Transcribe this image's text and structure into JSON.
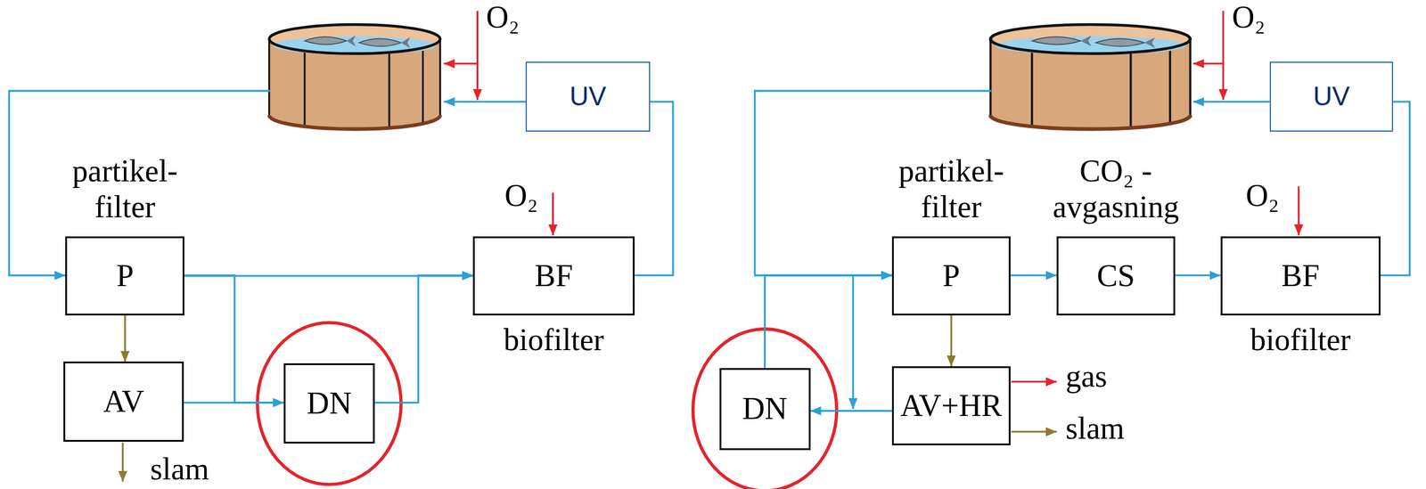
{
  "diagram": {
    "nodes": [
      {
        "text": [
          "UV"
        ]
      },
      {
        "text": [
          "partikel- filter",
          "P"
        ]
      },
      {
        "text": [
          "BF",
          "biofilter"
        ]
      },
      {
        "text": [
          "AV"
        ]
      },
      {
        "text": [
          "DN"
        ]
      },
      {
        "text": [
          "UV"
        ]
      },
      {
        "text": [
          "partikel- filter",
          "P"
        ]
      },
      {
        "text": [
          "CO₂ - avgasning",
          "CS"
        ]
      },
      {
        "text": [
          "BF",
          "biofilter"
        ]
      },
      {
        "text": [
          "DN"
        ]
      },
      {
        "text": [
          "AV+HR"
        ]
      }
    ],
    "edges": [
      {
        "from": 1,
        "to": 2,
        "arrow": "to"
      },
      {
        "from": 1,
        "to": 3,
        "arrow": "to"
      },
      {
        "from": 1,
        "to": 4,
        "arrow": "to"
      },
      {
        "from": 3,
        "to": 4,
        "arrow": "to"
      },
      {
        "from": 4,
        "to": 2,
        "arrow": "to"
      },
      {
        "from": 2,
        "to": 0,
        "arrow": "none"
      },
      {
        "from": 6,
        "to": 7,
        "arrow": "to"
      },
      {
        "from": 7,
        "to": 8,
        "arrow": "to"
      },
      {
        "from": 8,
        "to": 5,
        "arrow": "none"
      },
      {
        "from": 6,
        "to": 10,
        "arrow": "to"
      },
      {
        "from": 10,
        "to": 9,
        "arrow": "to"
      },
      {
        "from": 9,
        "to": 6,
        "arrow": "to"
      }
    ],
    "labels": [
      "O₂",
      "O₂",
      "slam",
      "O₂",
      "O₂",
      "gas",
      "slam"
    ]
  }
}
